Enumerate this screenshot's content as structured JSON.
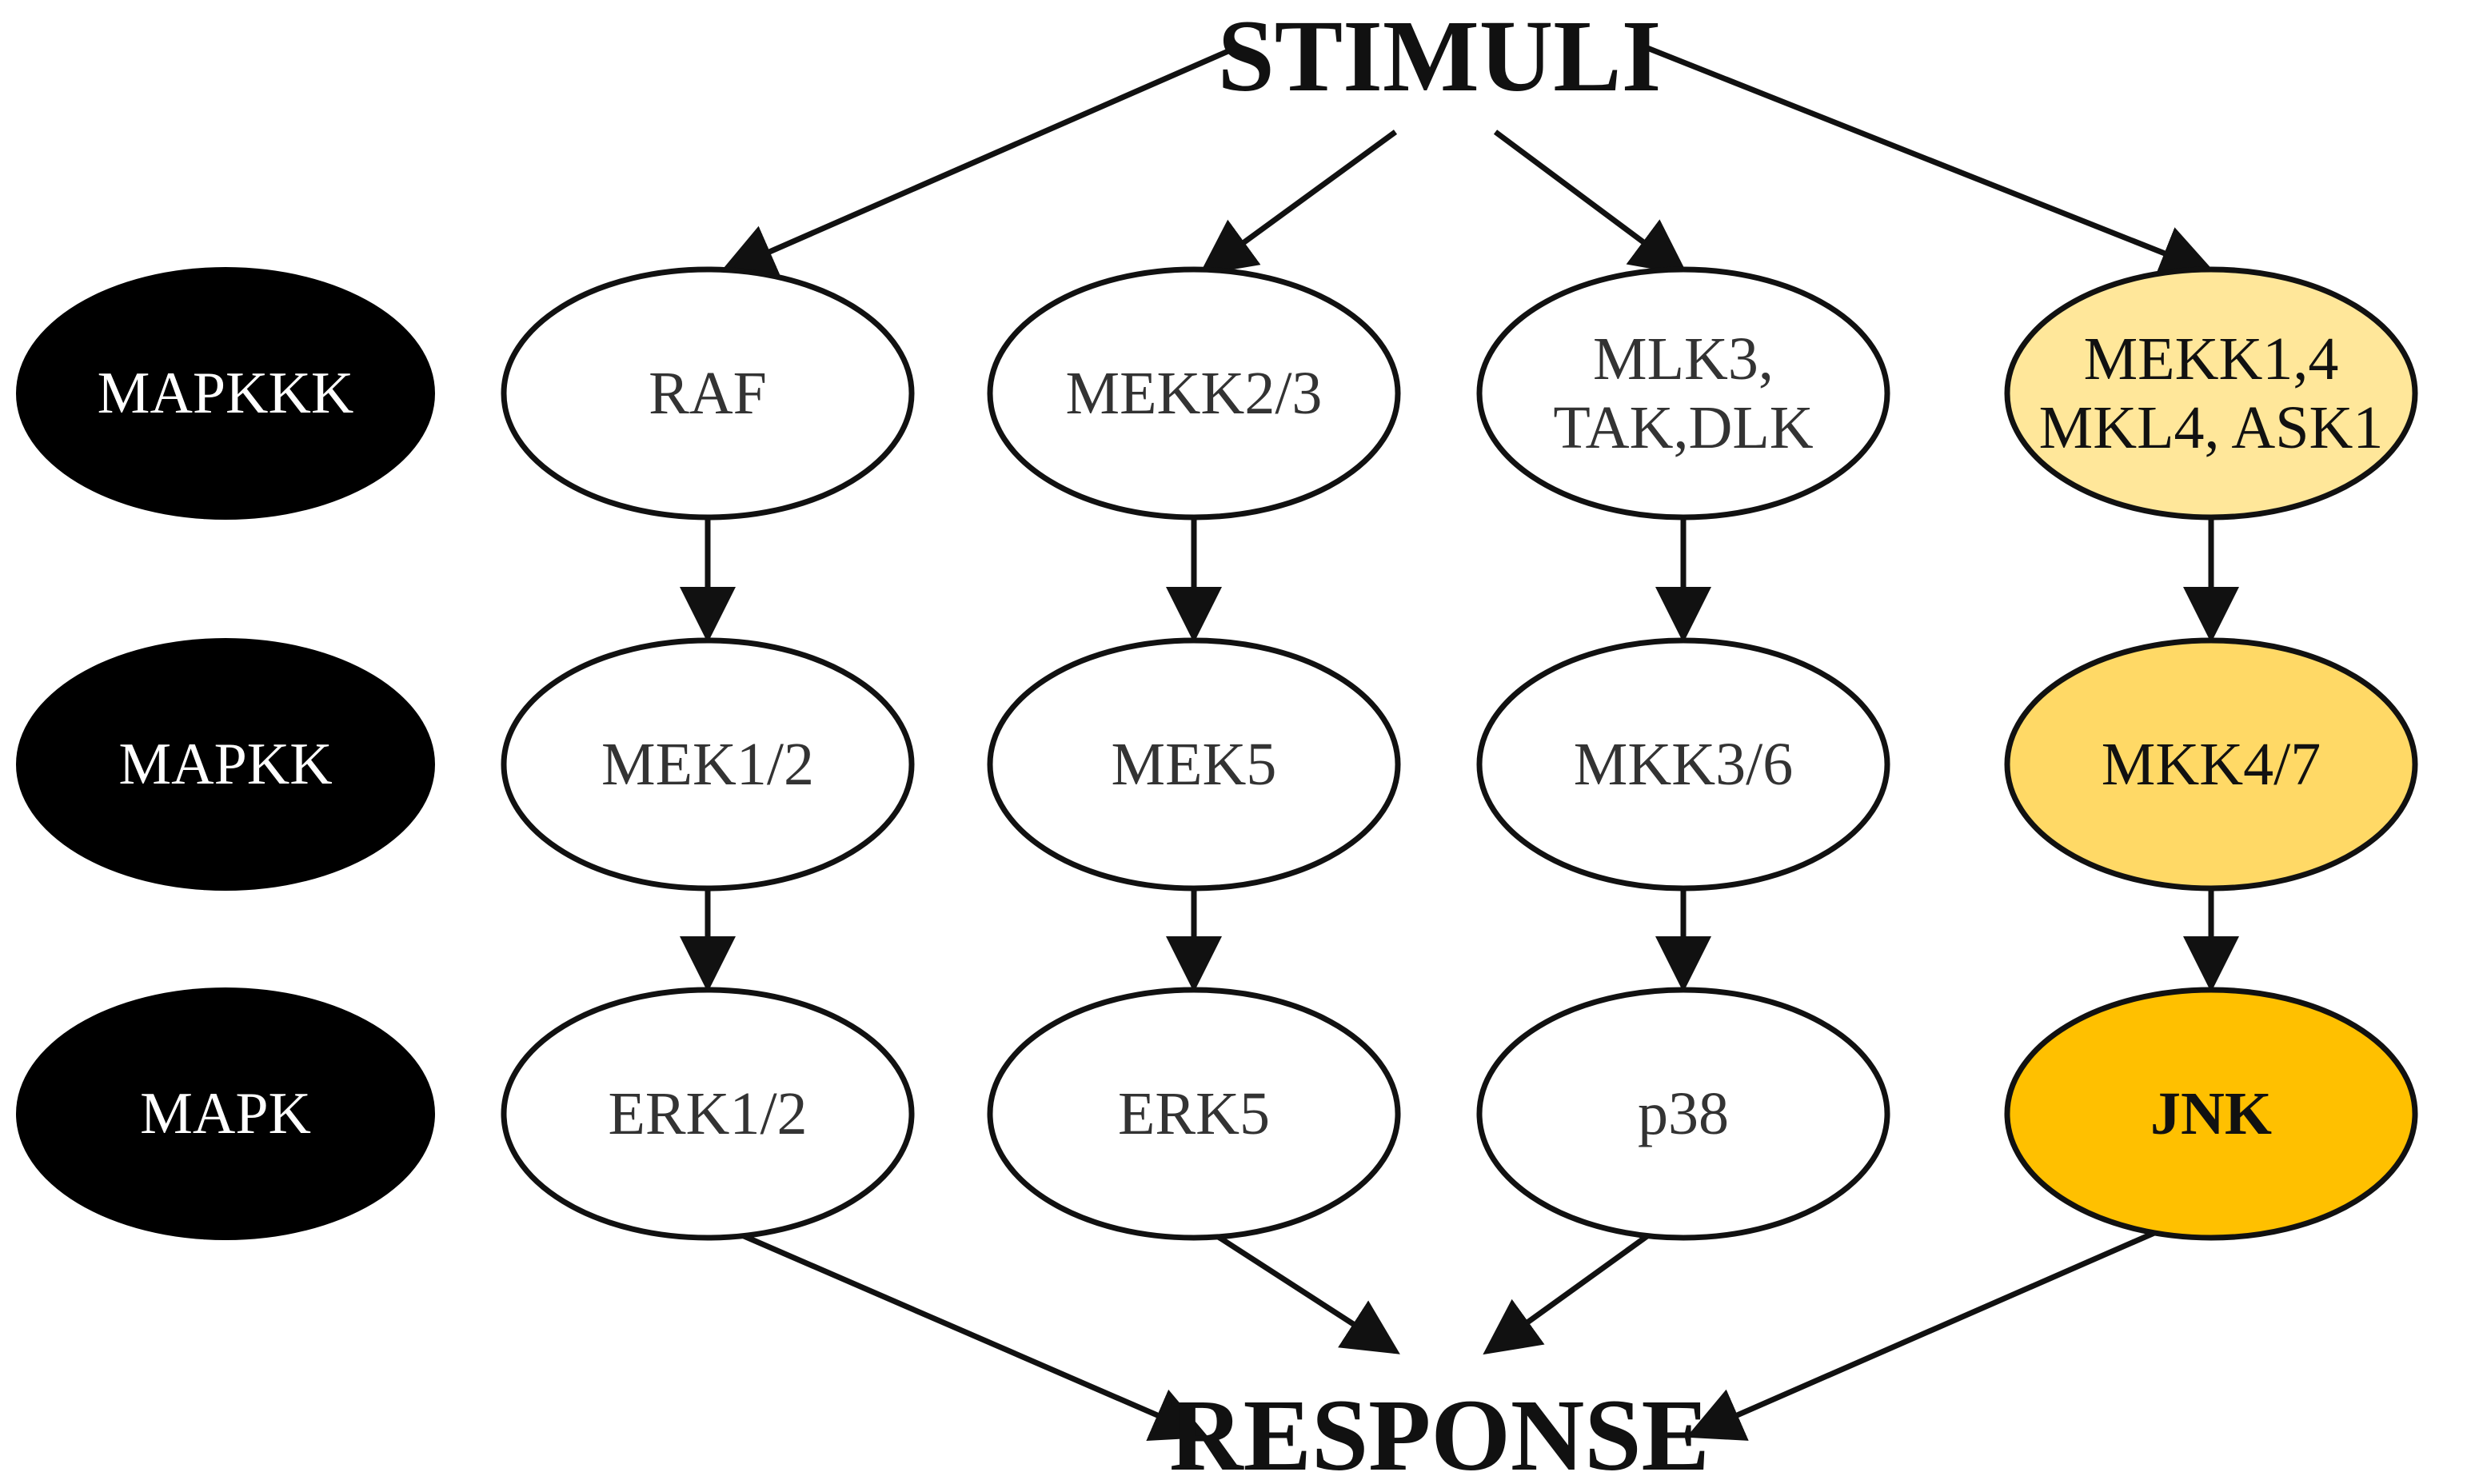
{
  "title_top": "STIMULI",
  "title_bottom": "RESPONSE",
  "levels": [
    "MAPKKK",
    "MAPKK",
    "MAPK"
  ],
  "pathways": [
    {
      "id": "erk12",
      "nodes": [
        [
          "RAF"
        ],
        [
          "MEK1/2"
        ],
        [
          "ERK1/2"
        ]
      ],
      "fills": [
        "#ffffff",
        "#ffffff",
        "#ffffff"
      ]
    },
    {
      "id": "erk5",
      "nodes": [
        [
          "MEKK2/3"
        ],
        [
          "MEK5"
        ],
        [
          "ERK5"
        ]
      ],
      "fills": [
        "#ffffff",
        "#ffffff",
        "#ffffff"
      ]
    },
    {
      "id": "p38",
      "nodes": [
        [
          "MLK3,",
          "TAK,DLK"
        ],
        [
          "MKK3/6"
        ],
        [
          "p38"
        ]
      ],
      "fills": [
        "#ffffff",
        "#ffffff",
        "#ffffff"
      ]
    },
    {
      "id": "jnk",
      "nodes": [
        [
          "MEKK1,4",
          "MKL4, ASK1"
        ],
        [
          "MKK4/7"
        ],
        [
          "JNK"
        ]
      ],
      "fills": [
        "#ffe79a",
        "#ffd966",
        "#ffc000"
      ]
    }
  ],
  "colors": {
    "level_fill": "#000000",
    "level_text": "#ffffff",
    "node_stroke": "#111111",
    "node_text": "#333333",
    "jnk_text": "#111111"
  }
}
